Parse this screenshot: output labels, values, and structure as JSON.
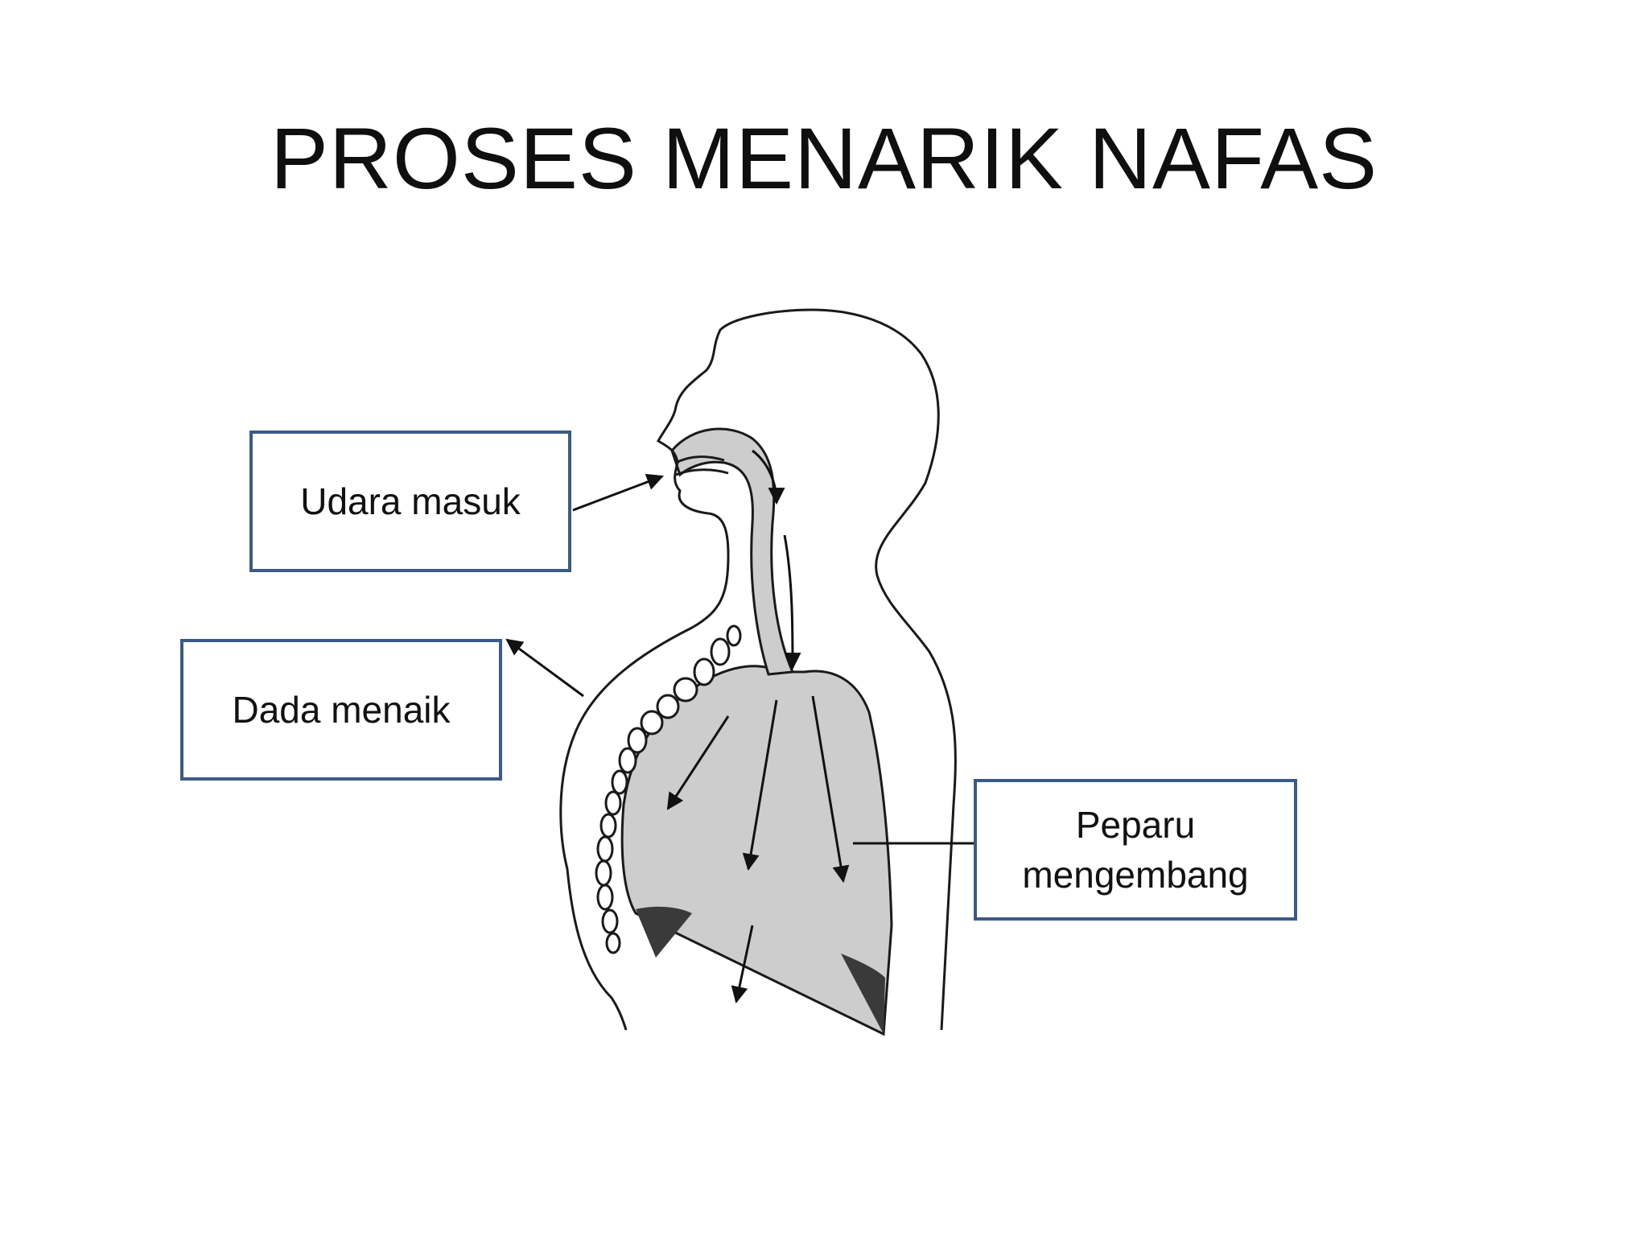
{
  "slide": {
    "title": "PROSES MENARIK NAFAS"
  },
  "labels": {
    "udara_masuk": "Udara masuk",
    "dada_menaik": "Dada menaik",
    "peparu_mengembang": "Peparu mengembang"
  },
  "colors": {
    "box_border": "#3c5a86",
    "lung_fill": "#cdcdcd",
    "outline": "#1a1a1a",
    "diaphragm": "#3a3a3a",
    "background": "#ffffff"
  }
}
